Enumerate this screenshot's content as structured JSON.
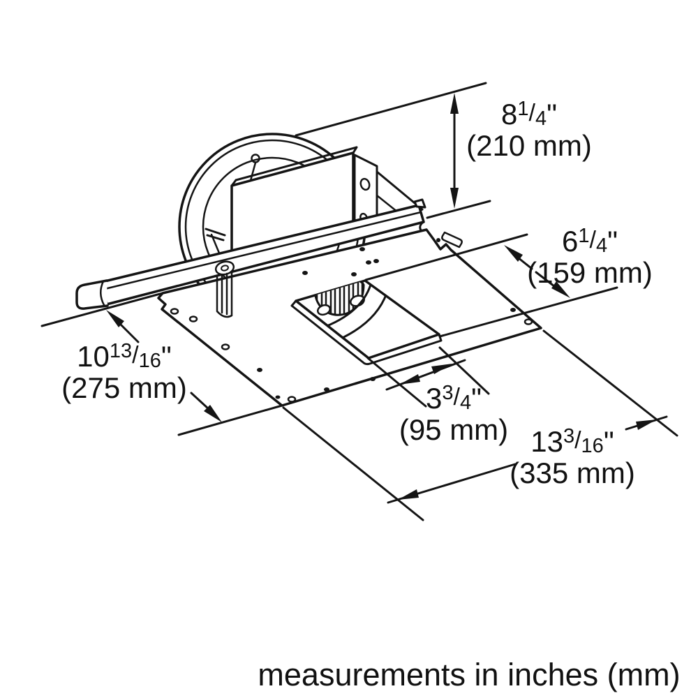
{
  "drawing": {
    "subject": "blower-assembly-with-mounting-plate",
    "line_color": "#141414"
  },
  "dimensions": {
    "height": {
      "whole": "8",
      "num": "1",
      "slash": "/",
      "den": "4",
      "unit": "\"",
      "metric": "(210 mm)"
    },
    "opening_depth": {
      "whole": "6",
      "num": "1",
      "slash": "/",
      "den": "4",
      "unit": "\"",
      "metric": "(159 mm)"
    },
    "plate_depth": {
      "whole": "10",
      "num": "13",
      "slash": "/",
      "den": "16",
      "unit": "\"",
      "metric": "(275 mm)"
    },
    "opening_width": {
      "whole": "3",
      "num": "3",
      "slash": "/",
      "den": "4",
      "unit": "\"",
      "metric": "(95 mm)"
    },
    "plate_width": {
      "whole": "13",
      "num": "3",
      "slash": "/",
      "den": "16",
      "unit": "\"",
      "metric": "(335 mm)"
    }
  },
  "footer": {
    "text": "measurements in inches (mm)"
  }
}
